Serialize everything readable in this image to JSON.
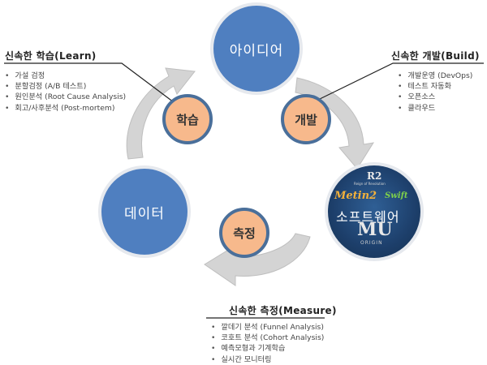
{
  "nodes": {
    "idea": "아이디어",
    "software": "소프트웨어",
    "data": "데이터"
  },
  "stages": {
    "learn": "학습",
    "build": "개발",
    "measure": "측정"
  },
  "logos": {
    "r2": "R2",
    "r2_caption": "Reign of Revolution",
    "metin": "Metin2",
    "swift": "Swift",
    "mu": "MU",
    "mu_caption": "ORIGIN"
  },
  "panels": {
    "learn": {
      "title": "신속한 학습(Learn)",
      "items": [
        "가설 검정",
        "분할검정 (A/B 테스트)",
        "원인분석 (Root Cause Analysis)",
        "회고/사후분석 (Post-mortem)"
      ]
    },
    "build": {
      "title": "신속한 개발(Build)",
      "items": [
        "개발운영 (DevOps)",
        "테스트 자동화",
        "오픈소스",
        "클라우드"
      ]
    },
    "measure": {
      "title": "신속한 측정(Measure)",
      "items": [
        "깔데기 분석 (Funnel Analysis)",
        "코호트 분석 (Cohort Analysis)",
        "예측모형과 기계학습",
        "실시간 모니터링"
      ]
    }
  },
  "colors": {
    "big_node": "#4f7fc0",
    "small_node": "#f7b98c",
    "arrow": "#d6d6d6"
  }
}
